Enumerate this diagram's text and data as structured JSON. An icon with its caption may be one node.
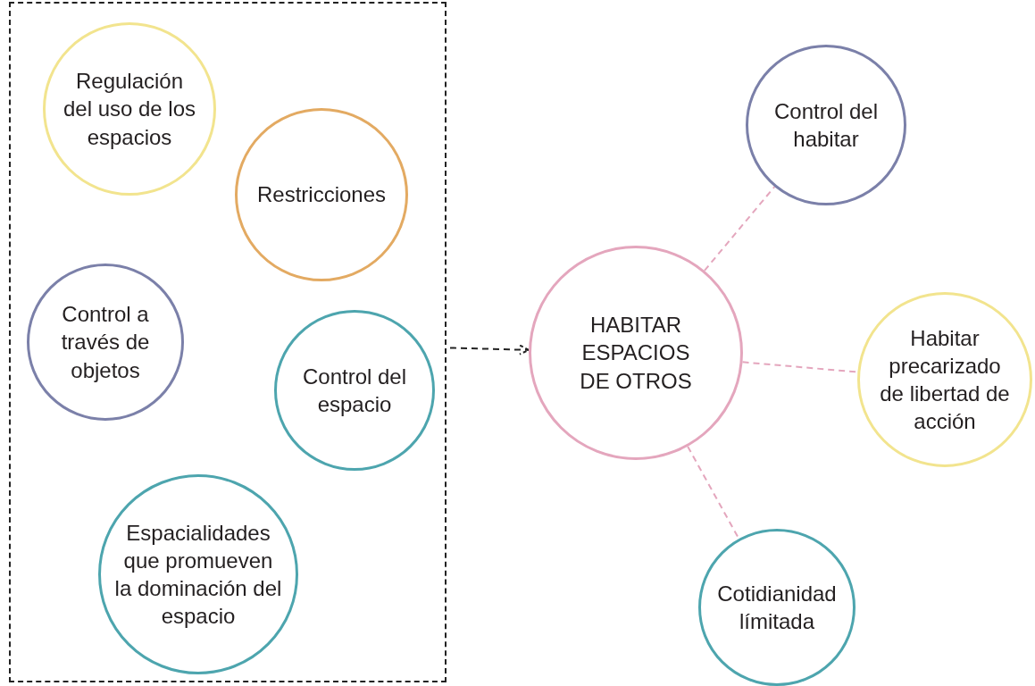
{
  "diagram": {
    "nodes": [
      {
        "text": [],
        "shape": "box"
      },
      {
        "text": [
          "Regulación del uso de los espacios"
        ],
        "in": 0
      },
      {
        "text": [
          "Restricciones"
        ],
        "in": 0
      },
      {
        "text": [
          "Control a través de objetos"
        ],
        "in": 0
      },
      {
        "text": [
          "Control del espacio"
        ],
        "in": 0
      },
      {
        "text": [
          "Espacialidades que promueven la dominación del espacio"
        ],
        "in": 0
      },
      {
        "text": [
          "HABITAR ESPACIOS DE OTROS"
        ]
      },
      {
        "text": [
          "Control del habitar"
        ]
      },
      {
        "text": [
          "Habitar precarizado de libertad de acción"
        ]
      },
      {
        "text": [
          "Cotidianidad límitada"
        ]
      }
    ],
    "edges": [
      {
        "from": 0,
        "to": 6,
        "arrow": "to",
        "style": "dashed",
        "color": "#222222"
      },
      {
        "from": 6,
        "to": 7,
        "arrow": "none",
        "style": "dashed"
      },
      {
        "from": 6,
        "to": 8,
        "arrow": "none",
        "style": "dashed"
      },
      {
        "from": 6,
        "to": 9,
        "arrow": "none",
        "style": "dashed"
      }
    ]
  }
}
